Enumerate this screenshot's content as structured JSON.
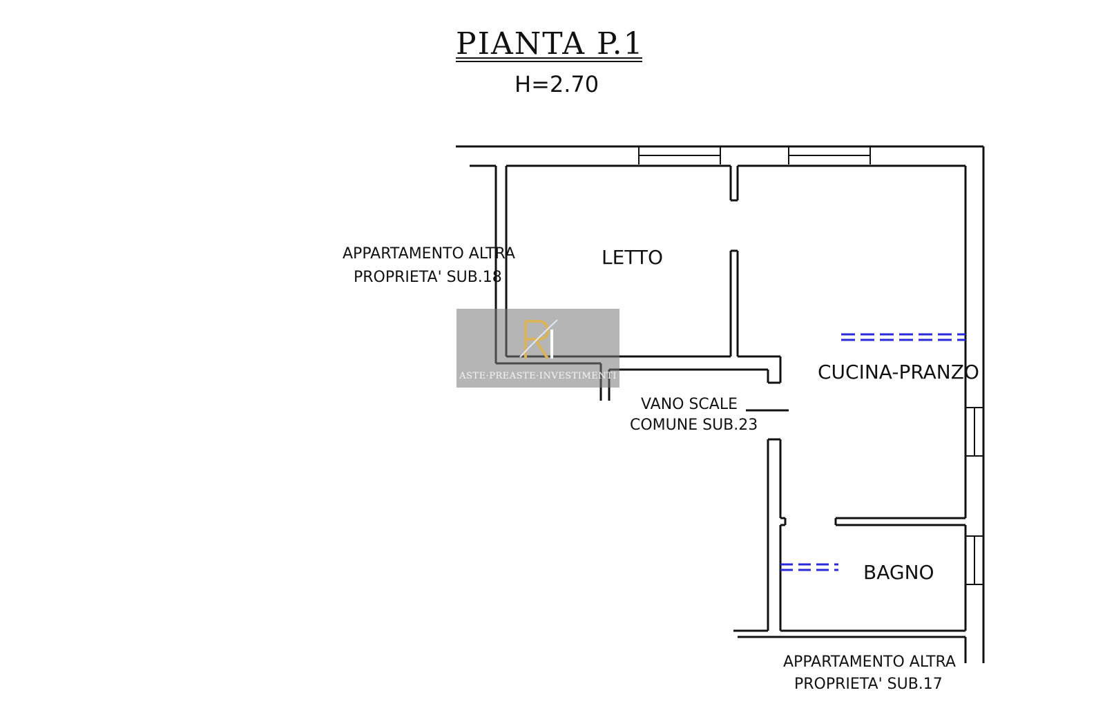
{
  "title": "PIANTA P.1",
  "height_note": "H=2.70",
  "rooms": {
    "letto": "LETTO",
    "cucina": "CUCINA-PRANZO",
    "bagno": "BAGNO"
  },
  "vano_scale": [
    "VANO SCALE",
    "COMUNE SUB.23"
  ],
  "neighbor_18": [
    "APPARTAMENTO ALTRA",
    "PROPRIETA' SUB.18"
  ],
  "neighbor_17": [
    "APPARTAMENTO ALTRA",
    "PROPRIETA' SUB.17"
  ],
  "watermark": {
    "text": "ASTE·PREASTE·INVESTIMENTI",
    "logo": "RI"
  },
  "colors": {
    "walls": "#111111",
    "radiators": "#2a2ad8",
    "watermark_bg": "#787878",
    "logo_gold": "#d9b45a"
  }
}
